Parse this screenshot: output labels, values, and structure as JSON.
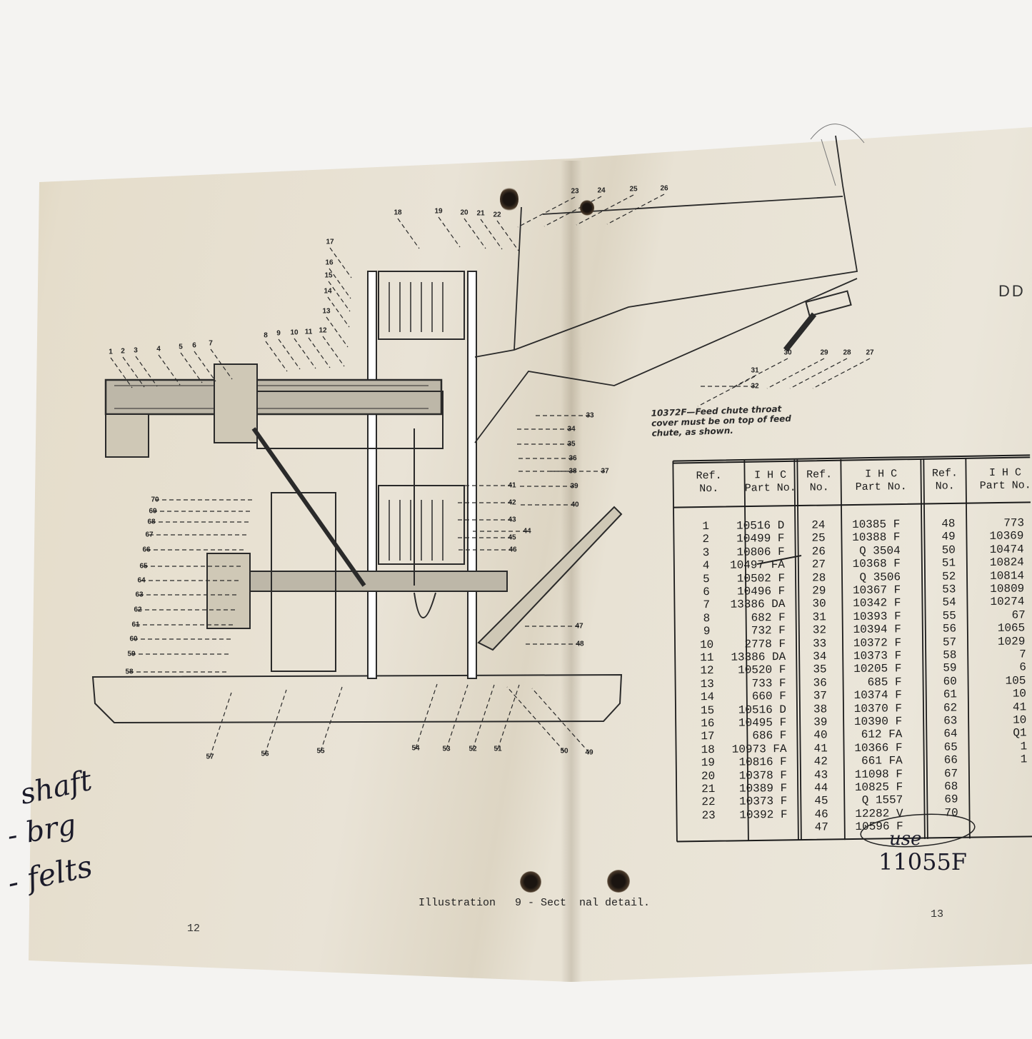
{
  "diagram": {
    "callouts": [
      "1",
      "2",
      "3",
      "4",
      "5",
      "6",
      "7",
      "8",
      "9",
      "10",
      "11",
      "12",
      "13",
      "14",
      "15",
      "16",
      "17",
      "18",
      "19",
      "20",
      "21",
      "22",
      "23",
      "24",
      "25",
      "26",
      "27",
      "28",
      "29",
      "30",
      "31",
      "32",
      "33",
      "34",
      "35",
      "36",
      "37",
      "38",
      "39",
      "40",
      "41",
      "42",
      "43",
      "44",
      "45",
      "46",
      "47",
      "48",
      "49",
      "50",
      "51",
      "52",
      "53",
      "54",
      "55",
      "56",
      "57",
      "58",
      "59",
      "60",
      "61",
      "62",
      "63",
      "64",
      "65",
      "66",
      "67",
      "68",
      "69",
      "70"
    ],
    "note": "10372F—Feed chute throat cover must be on top of feed chute, as shown.",
    "edge_label": "DD"
  },
  "parts_table": {
    "headers": {
      "ref": "Ref.\nNo.",
      "part": "I H C\nPart No."
    },
    "groups": [
      {
        "refs": [
          "1",
          "2",
          "3",
          "4",
          "5",
          "6",
          "7",
          "8",
          "9",
          "10",
          "11",
          "12",
          "13",
          "14",
          "15",
          "16",
          "17",
          "18",
          "19",
          "20",
          "21",
          "22",
          "23"
        ],
        "parts": [
          "10516 D",
          "10499 F",
          "10806 F",
          "10497 FA",
          "10502 F",
          "10496 F",
          "13386 DA",
          "682 F",
          "732 F",
          "2778 F",
          "13386 DA",
          "10520 F",
          "733 F",
          "660 F",
          "10516 D",
          "10495 F",
          "686 F",
          "10973 FA",
          "10816 F",
          "10378 F",
          "10389 F",
          "10373 F",
          "10392 F"
        ]
      },
      {
        "refs": [
          "24",
          "25",
          "26",
          "27",
          "28",
          "29",
          "30",
          "31",
          "32",
          "33",
          "34",
          "35",
          "36",
          "37",
          "38",
          "39",
          "40",
          "41",
          "42",
          "43",
          "44",
          "45",
          "46",
          "47"
        ],
        "parts": [
          "10385 F",
          "10388 F",
          "Q 3504",
          "10368 F",
          "Q 3506",
          "10367 F",
          "10342 F",
          "10393 F",
          "10394 F",
          "10372 F",
          "10373 F",
          "10205 F",
          "685 F",
          "10374 F",
          "10370 F",
          "10390 F",
          "612 FA",
          "10366 F",
          "661 FA",
          "11098 F",
          "10825 F",
          "Q 1557",
          "12282 V",
          "10596 F"
        ]
      },
      {
        "refs": [
          "48",
          "49",
          "50",
          "51",
          "52",
          "53",
          "54",
          "55",
          "56",
          "57",
          "58",
          "59",
          "60",
          "61",
          "62",
          "63",
          "64",
          "65",
          "66",
          "67",
          "68",
          "69",
          "70"
        ],
        "parts": [
          "773",
          "10369",
          "10474",
          "10824",
          "10814",
          "10809",
          "10274",
          "67",
          "1065",
          "1029",
          "7",
          "6",
          "105",
          "10",
          "41",
          "10",
          "Q1",
          "1",
          "1",
          "",
          "",
          "",
          ""
        ]
      }
    ]
  },
  "caption": "Illustration   9 - Sect  nal detail.",
  "page_numbers": {
    "left": "12",
    "right": "13"
  },
  "handwriting": {
    "notes": [
      "shaft",
      "- brg",
      "- felts"
    ],
    "replacement_word": "use",
    "replacement_part": "11055F"
  }
}
